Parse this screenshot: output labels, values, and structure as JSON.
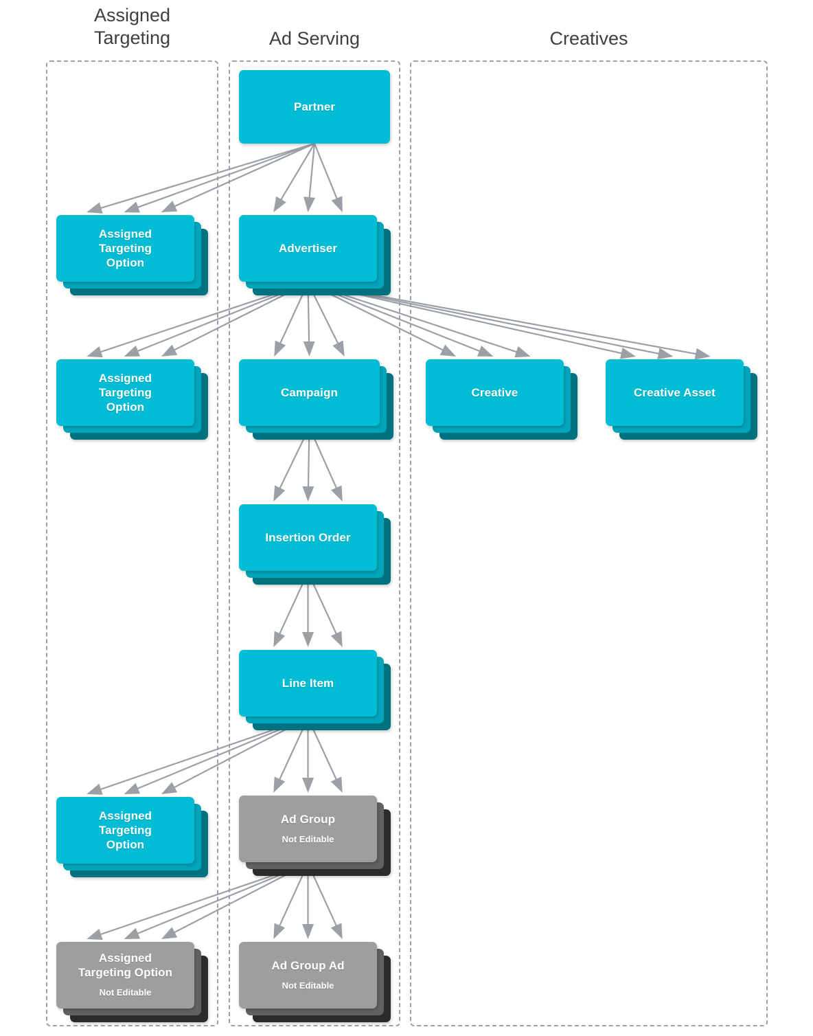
{
  "colors": {
    "card_teal": "#00bcd4",
    "card_teal_mid": "#00a5bb",
    "card_teal_back": "#00727f",
    "card_gray": "#9e9e9e",
    "card_gray_mid": "#616161",
    "card_gray_back": "#2b2b2b",
    "arrow": "#9aa0a6",
    "frame_dash": "#9aa0a6",
    "heading_text": "#3c4043",
    "card_text": "#ffffff",
    "background": "#ffffff"
  },
  "columns": [
    {
      "id": "assigned-targeting",
      "title": "Assigned\nTargeting"
    },
    {
      "id": "ad-serving",
      "title": "Ad Serving"
    },
    {
      "id": "creatives",
      "title": "Creatives"
    }
  ],
  "nodes": [
    {
      "id": "partner",
      "title": "Partner",
      "sub": "",
      "stacked": false,
      "style": "teal"
    },
    {
      "id": "ato-partner",
      "title": "Assigned\nTargeting\nOption",
      "sub": "",
      "stacked": true,
      "style": "teal"
    },
    {
      "id": "advertiser",
      "title": "Advertiser",
      "sub": "",
      "stacked": true,
      "style": "teal"
    },
    {
      "id": "ato-advertiser",
      "title": "Assigned\nTargeting\nOption",
      "sub": "",
      "stacked": true,
      "style": "teal"
    },
    {
      "id": "campaign",
      "title": "Campaign",
      "sub": "",
      "stacked": true,
      "style": "teal"
    },
    {
      "id": "creative",
      "title": "Creative",
      "sub": "",
      "stacked": true,
      "style": "teal"
    },
    {
      "id": "creative-asset",
      "title": "Creative Asset",
      "sub": "",
      "stacked": true,
      "style": "teal"
    },
    {
      "id": "insertion-order",
      "title": "Insertion Order",
      "sub": "",
      "stacked": true,
      "style": "teal"
    },
    {
      "id": "line-item",
      "title": "Line Item",
      "sub": "",
      "stacked": true,
      "style": "teal"
    },
    {
      "id": "ato-line-item",
      "title": "Assigned\nTargeting\nOption",
      "sub": "",
      "stacked": true,
      "style": "teal"
    },
    {
      "id": "ad-group",
      "title": "Ad Group",
      "sub": "Not Editable",
      "stacked": true,
      "style": "gray"
    },
    {
      "id": "ato-ad-group",
      "title": "Assigned\nTargeting Option",
      "sub": "Not Editable",
      "stacked": true,
      "style": "gray"
    },
    {
      "id": "ad-group-ad",
      "title": "Ad Group Ad",
      "sub": "Not Editable",
      "stacked": true,
      "style": "gray"
    }
  ],
  "relationships": [
    {
      "from": "partner",
      "to": "ato-partner",
      "count": 3
    },
    {
      "from": "partner",
      "to": "advertiser",
      "count": 3
    },
    {
      "from": "advertiser",
      "to": "ato-advertiser",
      "count": 3
    },
    {
      "from": "advertiser",
      "to": "campaign",
      "count": 3
    },
    {
      "from": "advertiser",
      "to": "creative",
      "count": 3
    },
    {
      "from": "advertiser",
      "to": "creative-asset",
      "count": 3
    },
    {
      "from": "campaign",
      "to": "insertion-order",
      "count": 3
    },
    {
      "from": "insertion-order",
      "to": "line-item",
      "count": 3
    },
    {
      "from": "line-item",
      "to": "ato-line-item",
      "count": 3
    },
    {
      "from": "line-item",
      "to": "ad-group",
      "count": 3
    },
    {
      "from": "ad-group",
      "to": "ato-ad-group",
      "count": 3
    },
    {
      "from": "ad-group",
      "to": "ad-group-ad",
      "count": 3
    }
  ]
}
